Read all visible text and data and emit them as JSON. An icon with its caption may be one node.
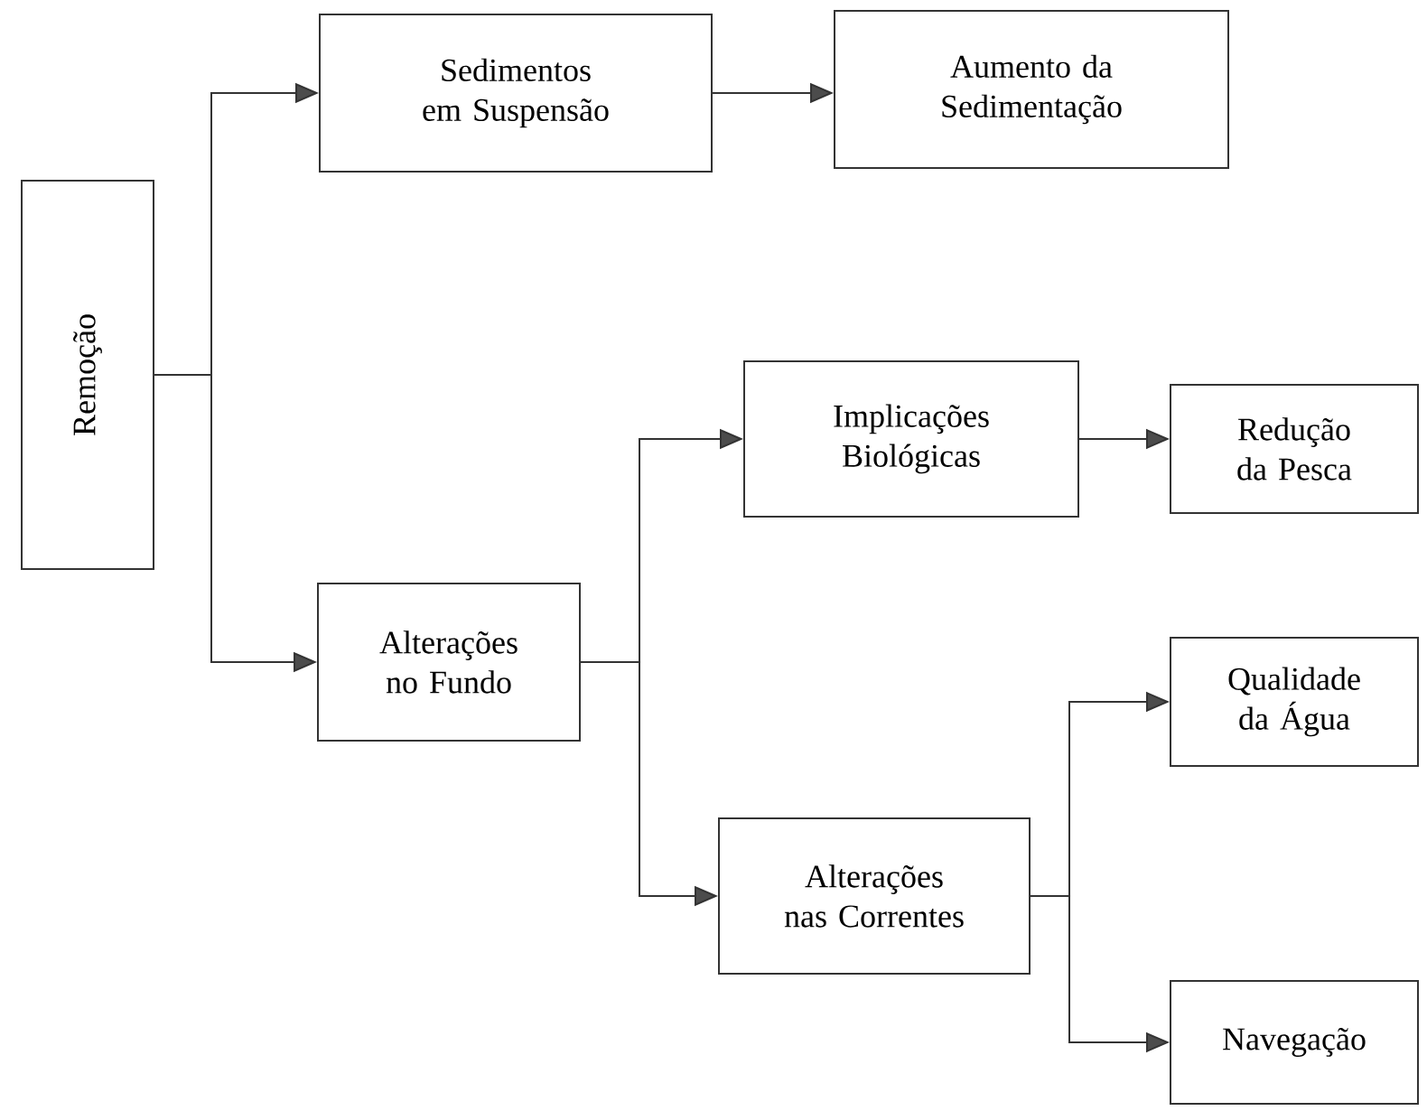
{
  "diagram": {
    "nodes": [
      {
        "text": [
          "Remoção"
        ]
      },
      {
        "text": [
          "Sedimentos em Suspensão"
        ]
      },
      {
        "text": [
          "Aumento da Sedimentação"
        ]
      },
      {
        "text": [
          "Alterações no Fundo"
        ]
      },
      {
        "text": [
          "Implicações Biológicas"
        ]
      },
      {
        "text": [
          "Redução da Pesca"
        ]
      },
      {
        "text": [
          "Alterações nas Correntes"
        ]
      },
      {
        "text": [
          "Qualidade da Água"
        ]
      },
      {
        "text": [
          "Navegação"
        ]
      }
    ],
    "edges": [
      {
        "from": 0,
        "to": 1,
        "arrow": "to"
      },
      {
        "from": 0,
        "to": 3,
        "arrow": "to"
      },
      {
        "from": 1,
        "to": 2,
        "arrow": "to"
      },
      {
        "from": 3,
        "to": 4,
        "arrow": "to"
      },
      {
        "from": 3,
        "to": 6,
        "arrow": "to"
      },
      {
        "from": 4,
        "to": 5,
        "arrow": "to"
      },
      {
        "from": 6,
        "to": 7,
        "arrow": "to"
      },
      {
        "from": 6,
        "to": 8,
        "arrow": "to"
      }
    ]
  }
}
